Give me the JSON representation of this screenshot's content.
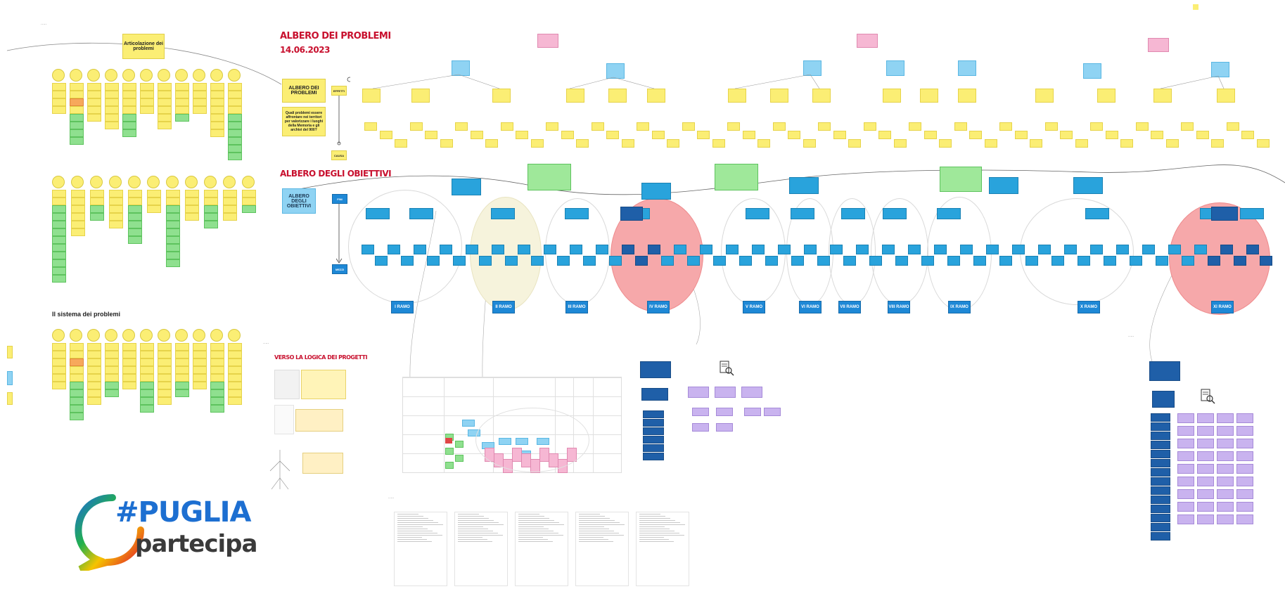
{
  "titles": {
    "albero_problemi": "ALBERO DEI PROBLEMI",
    "date": "14.06.2023",
    "albero_obiettivi": "ALBERO DEGLI OBIETTIVI",
    "verso_logica": "VERSO LA LOGICA DEI PROGETTI",
    "sistema_problemi": "Il sistema dei problemi"
  },
  "labels": {
    "articolazione": "Articolazione dei problemi",
    "albero_problemi_box": "ALBERO DEI PROBLEMI",
    "quali_problemi": "Quali problemi essere affrontare nei territori per valorizzare i luoghi della Memoria e gli archivi del 900?",
    "albero_obiettivi_box": "ALBERO DEGLI OBIETTIVI",
    "effetti": "EFFETTI",
    "causa": "CAUSA",
    "fini": "FINI",
    "mezzi": "MEZZI"
  },
  "ramo_labels": [
    "I RAMO",
    "II RAMO",
    "III RAMO",
    "IV RAMO",
    "V RAMO",
    "VI RAMO",
    "VII RAMO",
    "VIII RAMO",
    "IX RAMO",
    "X RAMO",
    "XI RAMO"
  ],
  "logo": {
    "hashtag": "#PUGLIA",
    "sub": "partecipa"
  },
  "colors": {
    "title_red": "#c8102e",
    "sticky_yellow": "#fbee74",
    "ramo_blue": "#1e88d6",
    "pink": "#f6a8aa",
    "green": "#9fe89a",
    "purple": "#c9b3ef",
    "logo_blue": "#1d6fd1"
  }
}
